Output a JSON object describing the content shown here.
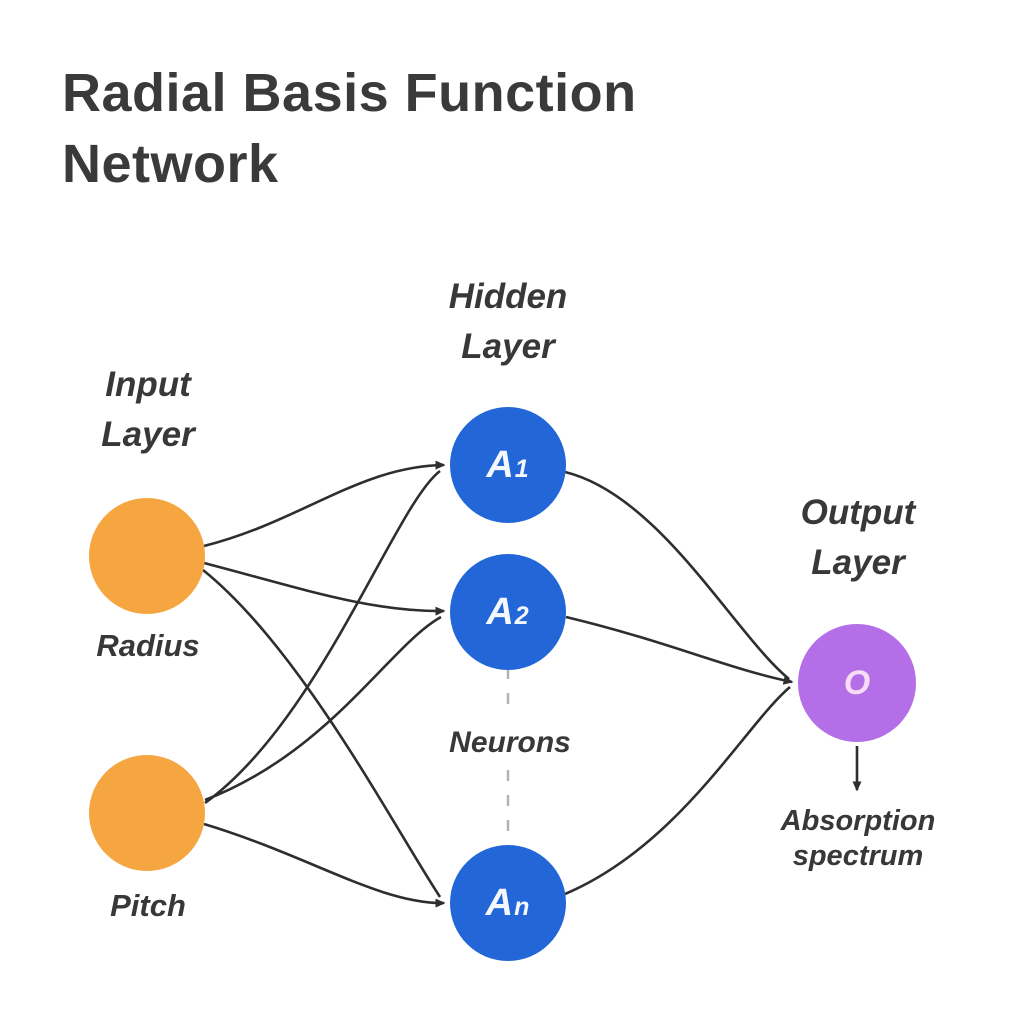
{
  "title": {
    "line1": "Radial Basis Function",
    "line2": "Network"
  },
  "layers": {
    "input": {
      "line1": "Input",
      "line2": "Layer"
    },
    "hidden": {
      "line1": "Hidden",
      "line2": "Layer"
    },
    "output": {
      "line1": "Output",
      "line2": "Layer"
    }
  },
  "nodes": {
    "inputs": [
      {
        "caption": "Radius"
      },
      {
        "caption": "Pitch"
      }
    ],
    "hidden": [
      {
        "main": "A",
        "sub": "1"
      },
      {
        "main": "A",
        "sub": "2"
      },
      {
        "main": "A",
        "sub": "n"
      }
    ],
    "hidden_caption": "Neurons",
    "output": {
      "label": "O",
      "caption_line1": "Absorption",
      "caption_line2": "spectrum"
    }
  },
  "colors": {
    "input-node": "#F6A640",
    "hidden-node": "#2366D8",
    "output-node": "#B46EE8",
    "node-label": "#F4F7FC",
    "output-node-label": "#F6DCF4",
    "edge": "#2E2E30",
    "dashed": "#B1B1B6",
    "text": "#38383A",
    "title": "#3A3A3C",
    "background": "#FFFFFF"
  }
}
